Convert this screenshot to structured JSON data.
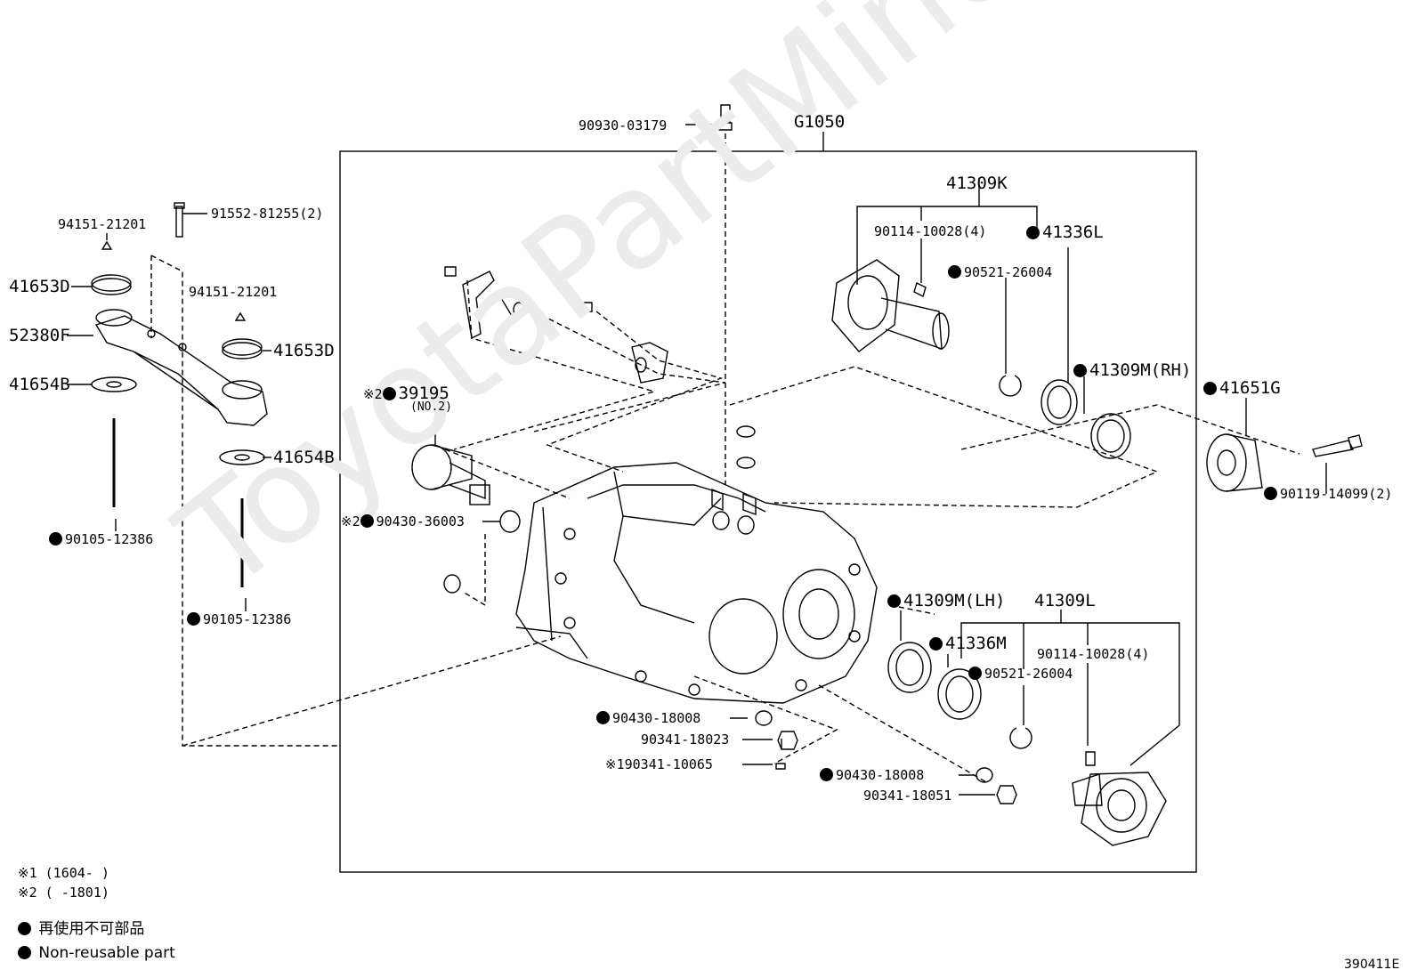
{
  "diagram": {
    "group_code": "G1050",
    "drawing_id": "390411E",
    "watermark": "ToyotaPartMiner.ru",
    "parts": [
      {
        "id": "p1",
        "code": "90930-03179",
        "dot": false,
        "note": ""
      },
      {
        "id": "p2",
        "code": "94151-21201",
        "dot": false,
        "note": ""
      },
      {
        "id": "p3",
        "code": "91552-81255(2)",
        "dot": false,
        "note": ""
      },
      {
        "id": "p4",
        "code": "41653D",
        "dot": false,
        "note": ""
      },
      {
        "id": "p5",
        "code": "94151-21201",
        "dot": false,
        "note": ""
      },
      {
        "id": "p6",
        "code": "52380F",
        "dot": false,
        "note": ""
      },
      {
        "id": "p7",
        "code": "41653D",
        "dot": false,
        "note": ""
      },
      {
        "id": "p8",
        "code": "41654B",
        "dot": false,
        "note": ""
      },
      {
        "id": "p9",
        "code": "41654B",
        "dot": false,
        "note": ""
      },
      {
        "id": "p10",
        "code": "90105-12386",
        "dot": true,
        "note": ""
      },
      {
        "id": "p11",
        "code": "90105-12386",
        "dot": true,
        "note": ""
      },
      {
        "id": "p12",
        "code": "39195",
        "dot": true,
        "note": "※2"
      },
      {
        "id": "p13",
        "code": "90430-36003",
        "dot": true,
        "note": "※2"
      },
      {
        "id": "p14",
        "code": "41309K",
        "dot": false,
        "note": ""
      },
      {
        "id": "p15",
        "code": "90114-10028(4)",
        "dot": false,
        "note": ""
      },
      {
        "id": "p16",
        "code": "41336L",
        "dot": true,
        "note": ""
      },
      {
        "id": "p17",
        "code": "90521-26004",
        "dot": true,
        "note": ""
      },
      {
        "id": "p18",
        "code": "41309M(RH)",
        "dot": true,
        "note": ""
      },
      {
        "id": "p19",
        "code": "41651G",
        "dot": true,
        "note": ""
      },
      {
        "id": "p20",
        "code": "90119-14099(2)",
        "dot": true,
        "note": ""
      },
      {
        "id": "p21",
        "code": "41309M(LH)",
        "dot": true,
        "note": ""
      },
      {
        "id": "p22",
        "code": "41309L",
        "dot": false,
        "note": ""
      },
      {
        "id": "p23",
        "code": "41336M",
        "dot": true,
        "note": ""
      },
      {
        "id": "p24",
        "code": "90114-10028(4)",
        "dot": false,
        "note": ""
      },
      {
        "id": "p25",
        "code": "90521-26004",
        "dot": true,
        "note": ""
      },
      {
        "id": "p26",
        "code": "90430-18008",
        "dot": true,
        "note": ""
      },
      {
        "id": "p27",
        "code": "90341-18023",
        "dot": false,
        "note": ""
      },
      {
        "id": "p28",
        "code": "90341-10065",
        "dot": false,
        "note": "※1"
      },
      {
        "id": "p29",
        "code": "90430-18008",
        "dot": true,
        "note": ""
      },
      {
        "id": "p30",
        "code": "90341-18051",
        "dot": false,
        "note": ""
      }
    ],
    "sub_label_39195": "(NO.2)",
    "notes": [
      "※1 (1604-      )",
      "※2 (      -1801)"
    ],
    "legend": [
      {
        "text": "再使用不可部品",
        "dot": true
      },
      {
        "text": "Non-reusable part",
        "dot": true
      }
    ]
  }
}
